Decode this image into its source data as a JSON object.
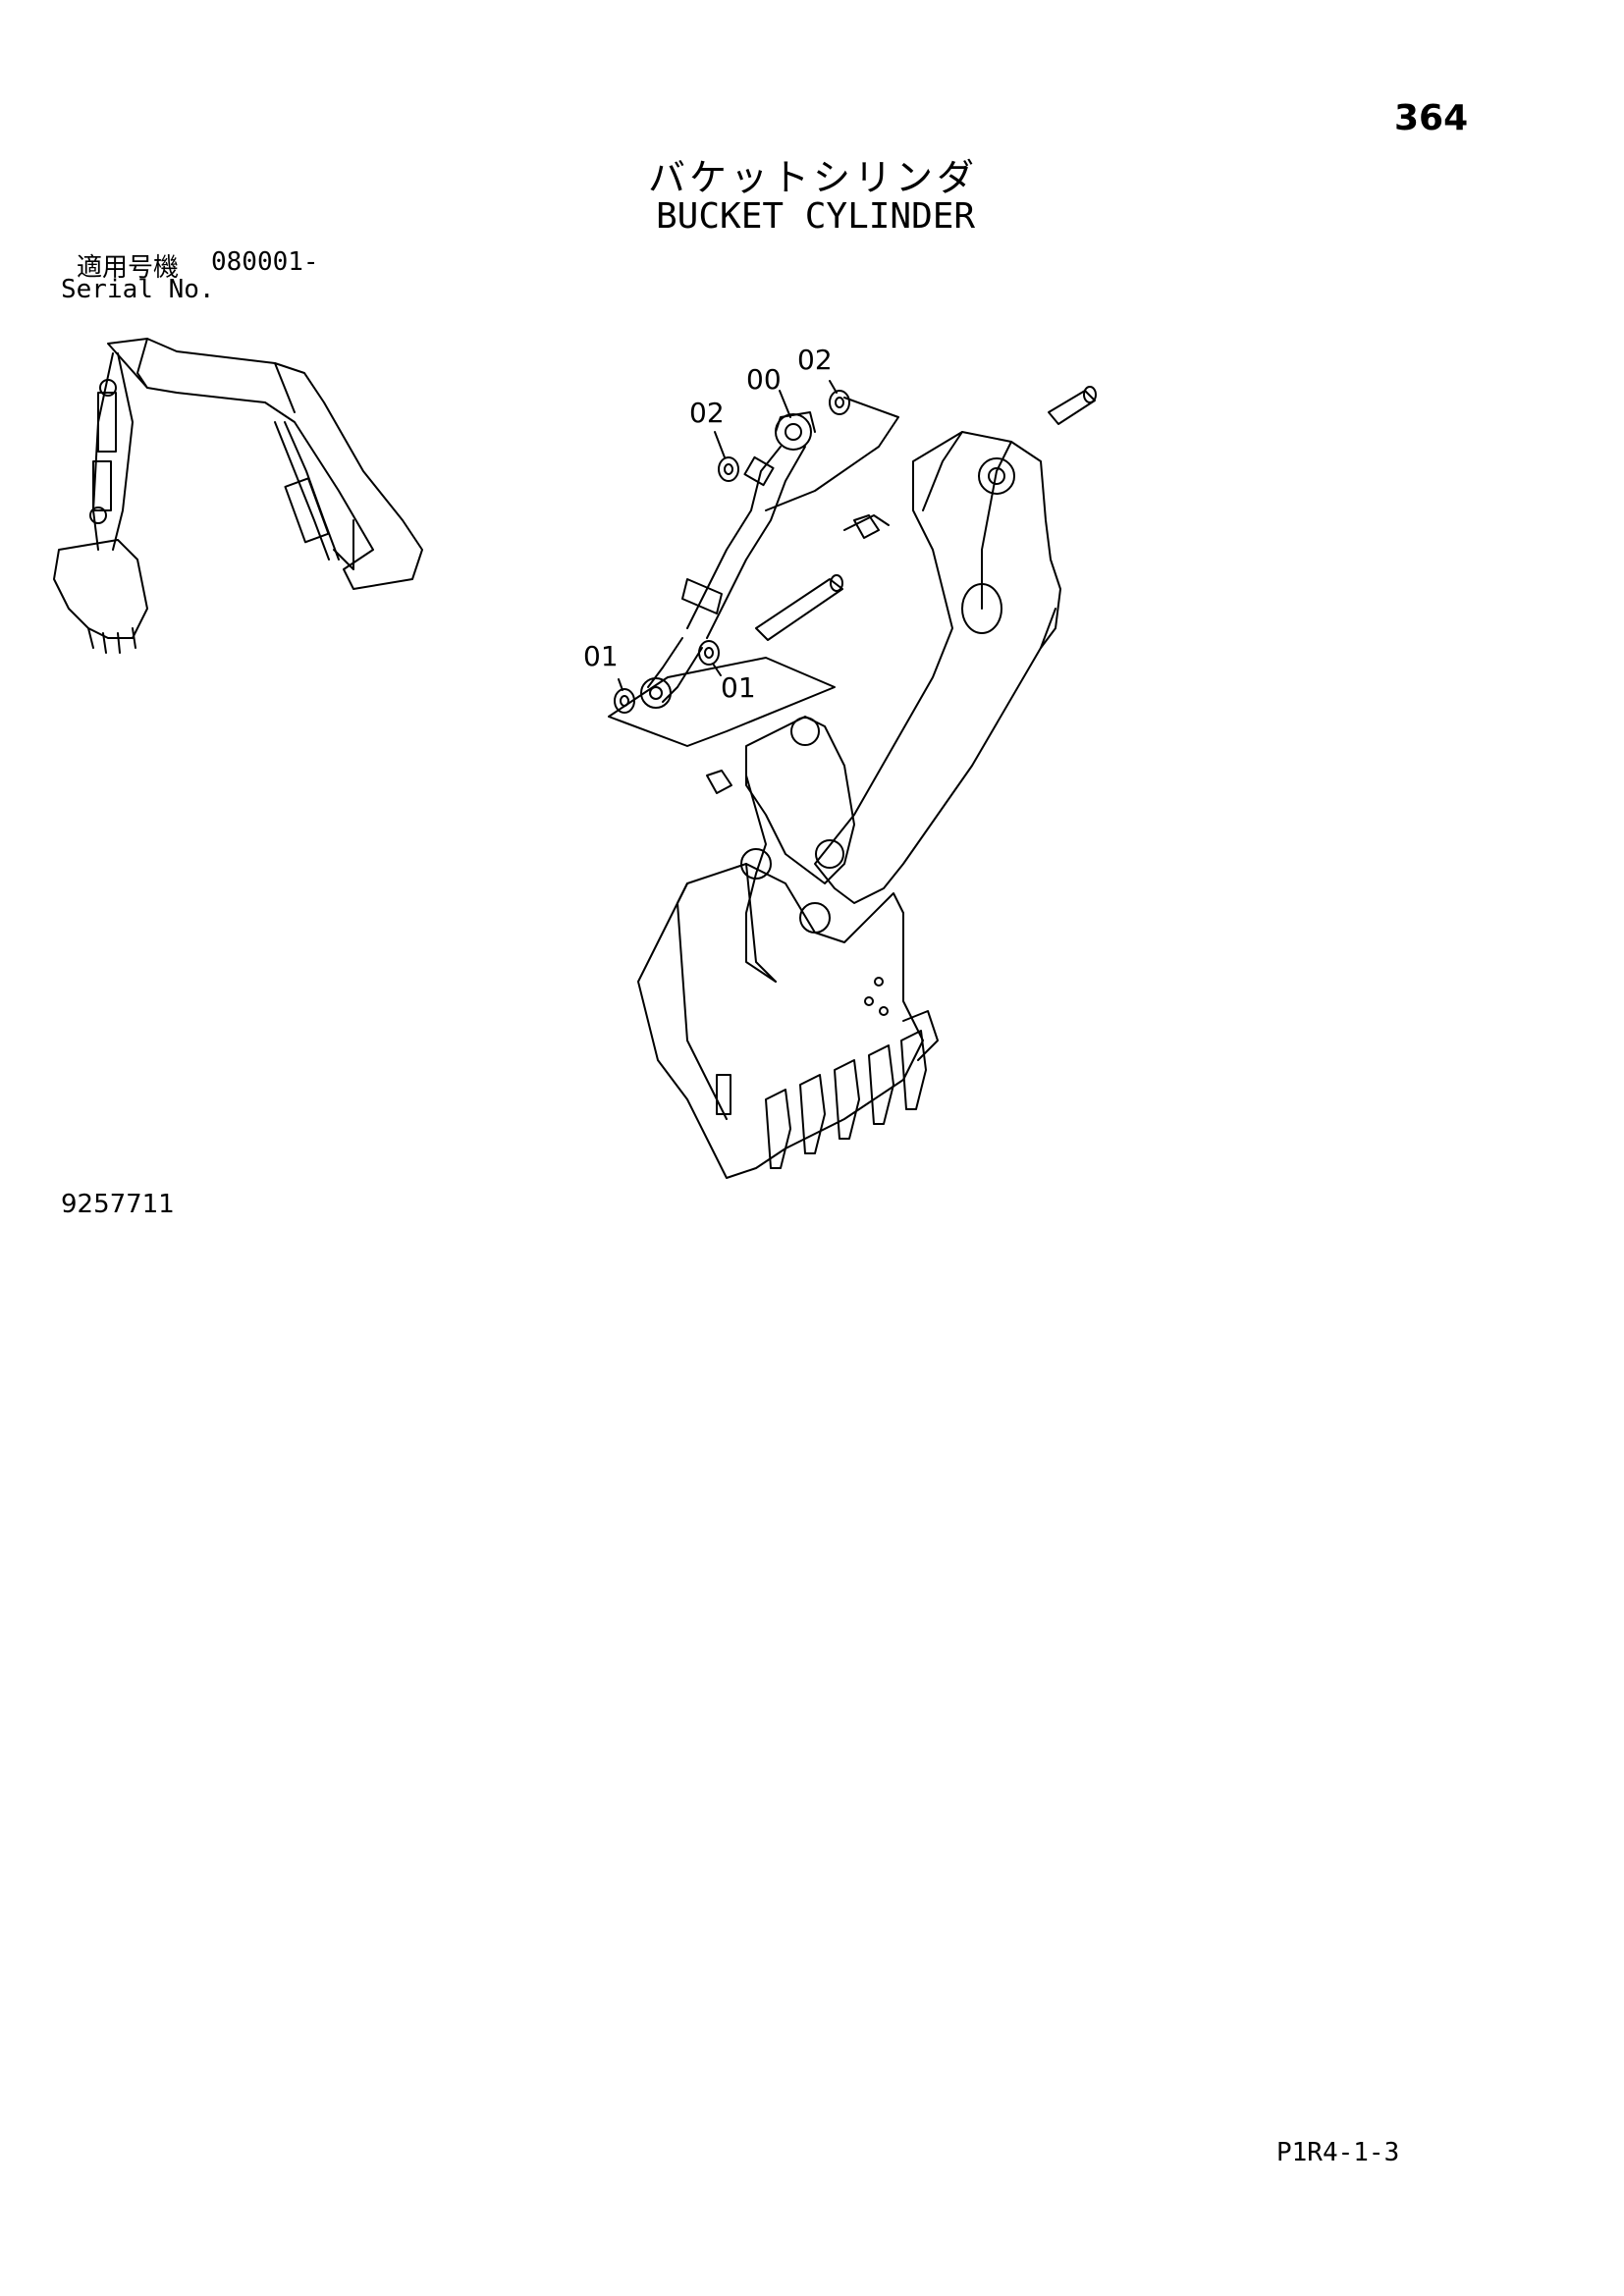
{
  "page_number": "364",
  "title_ja": "バケットシリンダ",
  "title_en": "BUCKET CYLINDER",
  "serial": {
    "label_ja": "適用号機",
    "value": "080001-",
    "label_en": "Serial No."
  },
  "callouts": [
    {
      "id": "00",
      "label": "00"
    },
    {
      "id": "02-top",
      "label": "02"
    },
    {
      "id": "02-left",
      "label": "02"
    },
    {
      "id": "01-left",
      "label": "01"
    },
    {
      "id": "01-right",
      "label": "01"
    }
  ],
  "figure_number": "9257711",
  "page_code": "P1R4-1-3"
}
